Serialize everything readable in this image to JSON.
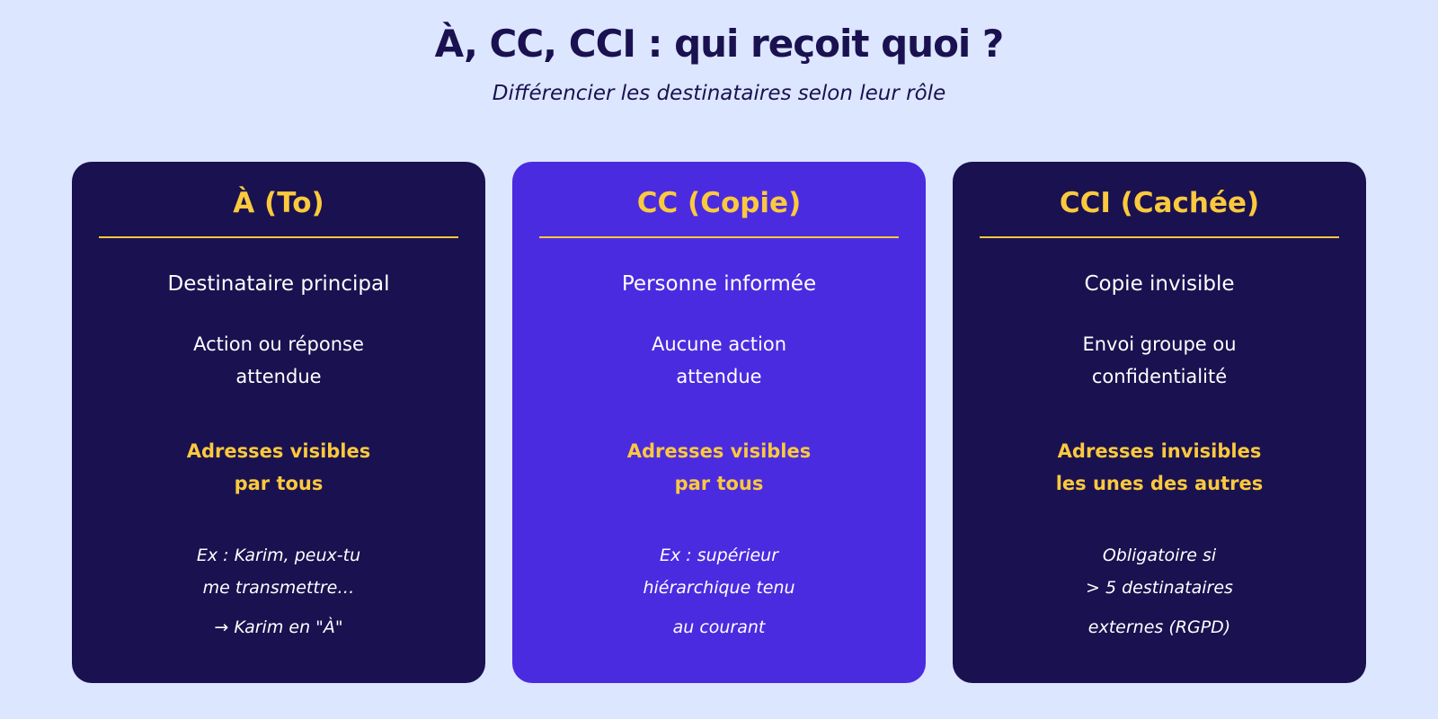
{
  "header": {
    "title": "À, CC, CCI : qui reçoit quoi ?",
    "subtitle": "Différencier les destinataires selon leur rôle"
  },
  "colors": {
    "background": "#dce6ff",
    "card_dark": "#1a1150",
    "card_accent": "#4b2be0",
    "highlight": "#fbc93d",
    "text_light": "#ffffff"
  },
  "cards": [
    {
      "heading": "À (To)",
      "role": "Destinataire principal",
      "desc": [
        "Action ou réponse",
        "attendue"
      ],
      "visibility": [
        "Adresses visibles",
        "par tous"
      ],
      "example": [
        "Ex : Karim, peux-tu",
        "me transmettre…",
        "→ Karim en \"À\""
      ]
    },
    {
      "heading": "CC (Copie)",
      "role": "Personne informée",
      "desc": [
        "Aucune action",
        "attendue"
      ],
      "visibility": [
        "Adresses visibles",
        "par tous"
      ],
      "example": [
        "Ex : supérieur",
        "hiérarchique tenu",
        "au courant"
      ]
    },
    {
      "heading": "CCI (Cachée)",
      "role": "Copie invisible",
      "desc": [
        "Envoi groupe ou",
        "confidentialité"
      ],
      "visibility": [
        "Adresses invisibles",
        "les unes des autres"
      ],
      "example": [
        "Obligatoire si",
        "> 5 destinataires",
        "externes (RGPD)"
      ]
    }
  ]
}
